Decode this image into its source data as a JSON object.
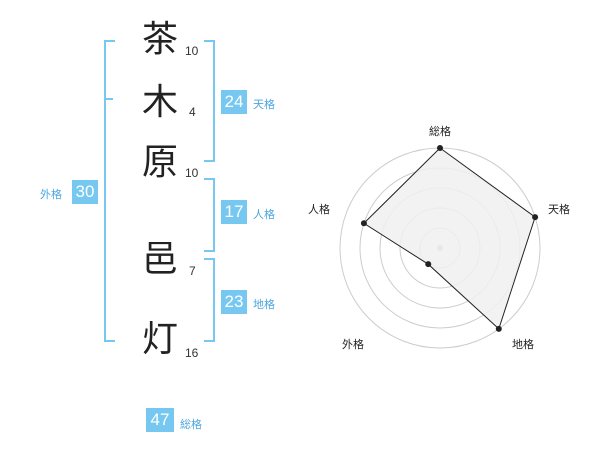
{
  "name_chars": [
    {
      "char": "茶",
      "strokes": "10"
    },
    {
      "char": "木",
      "strokes": "4"
    },
    {
      "char": "原",
      "strokes": "10"
    },
    {
      "char": "邑",
      "strokes": "7"
    },
    {
      "char": "灯",
      "strokes": "16"
    }
  ],
  "kakusuu": {
    "tenkaku": {
      "value": "24",
      "label": "天格"
    },
    "jinkaku": {
      "value": "17",
      "label": "人格"
    },
    "chikaku": {
      "value": "23",
      "label": "地格"
    },
    "gaikaku": {
      "value": "30",
      "label": "外格"
    },
    "soukaku": {
      "value": "47",
      "label": "総格"
    }
  },
  "radar": {
    "axes": [
      "総格",
      "天格",
      "地格",
      "外格",
      "人格"
    ],
    "values": [
      5,
      5,
      5,
      1,
      4
    ],
    "max": 5,
    "fill": "#f0f0f0",
    "stroke": "#222222",
    "grid": "#cccccc"
  },
  "colors": {
    "accent": "#76c8f1",
    "label": "#4aa6e0"
  }
}
